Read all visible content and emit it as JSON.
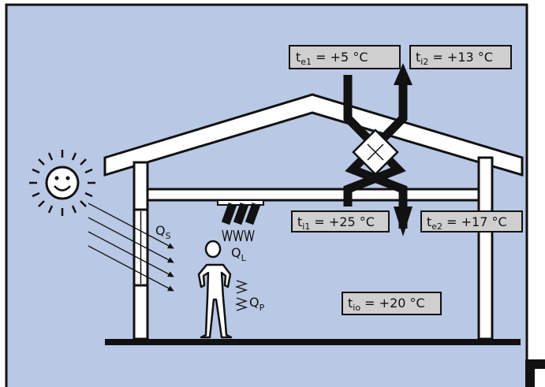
{
  "colors": {
    "background": "#b9c8e4",
    "stroke": "#111111",
    "building": "#ffffff",
    "label_box": "#cfcfcf",
    "sun": "#ffffff"
  },
  "icons": [
    "sun-icon",
    "person-icon",
    "lamp-icon",
    "heat-exchanger-icon",
    "airflow-arrow-icon",
    "heat-wave-icon"
  ],
  "labels": {
    "te1": {
      "main": "t",
      "sub": "e1",
      "value": " = +5 °C"
    },
    "ti2": {
      "main": "t",
      "sub": "i2",
      "value": " = +13 °C"
    },
    "ti1": {
      "main": "t",
      "sub": "i1",
      "value": " = +25 °C"
    },
    "te2": {
      "main": "t",
      "sub": "e2",
      "value": " = +17 °C"
    },
    "tio": {
      "main": "t",
      "sub": "io",
      "value": " = +20 °C"
    },
    "qs": {
      "main": "Q",
      "sub": "S"
    },
    "ql": {
      "main": "Q",
      "sub": "L"
    },
    "qp": {
      "main": "Q",
      "sub": "P"
    }
  }
}
